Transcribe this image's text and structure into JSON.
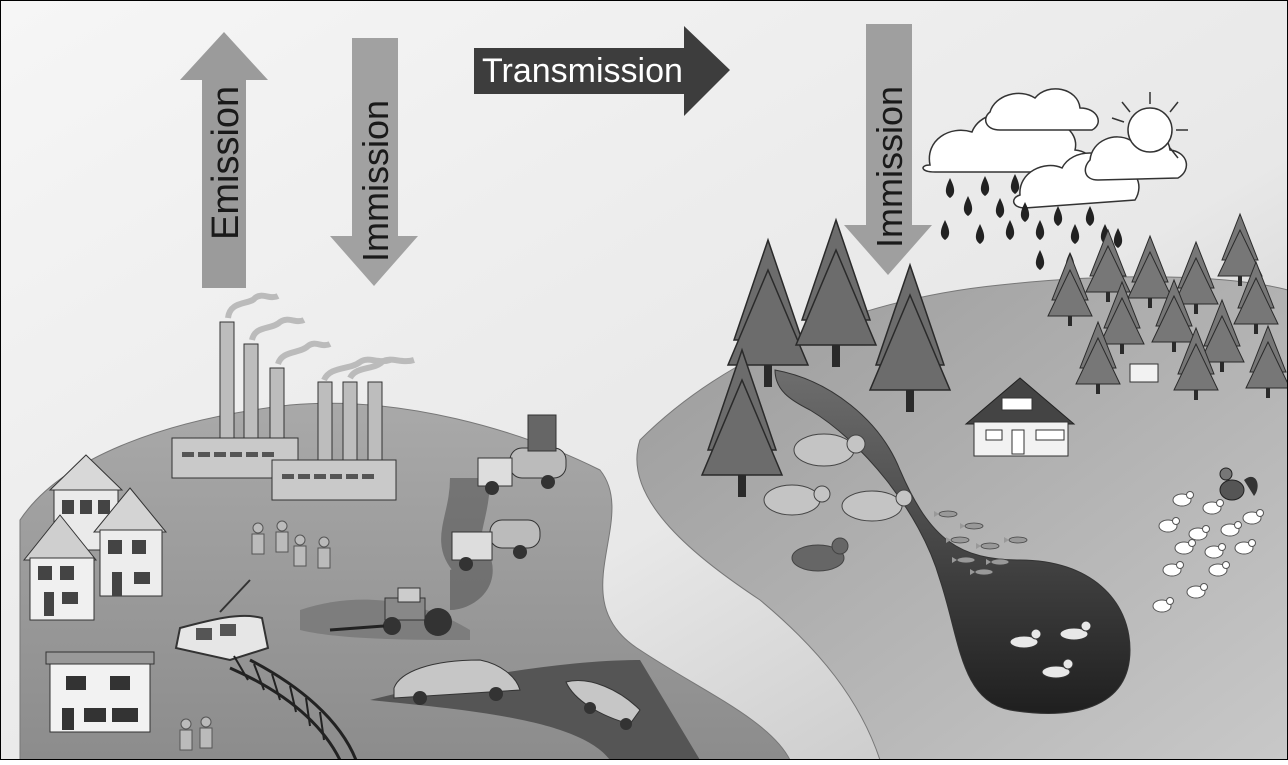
{
  "labels": {
    "emission": "Emission",
    "immission_left": "Immission",
    "transmission": "Transmission",
    "immission_right": "Immission"
  },
  "colors": {
    "background_light": "#f2f2f2",
    "land_dark": "#8a8a8a",
    "land_mid": "#a8a8a8",
    "arrow_grey": "#9a9a9a",
    "arrow_dark": "#3a3a3a",
    "tree": "#6a6a6a",
    "river": "#2e2e2e"
  },
  "scene_elements": [
    "factory",
    "smokestacks",
    "houses",
    "workers",
    "tanker-trucks",
    "tractor",
    "tram",
    "railway",
    "cars",
    "forest",
    "clouds",
    "rain",
    "sun",
    "cows",
    "farmhouse",
    "river",
    "fish",
    "ducks",
    "chickens",
    "rooster"
  ]
}
